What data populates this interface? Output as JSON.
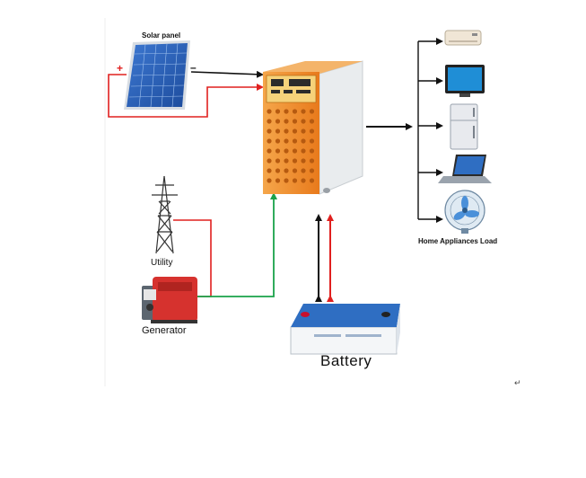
{
  "labels": {
    "solar_panel": "Solar panel",
    "plus": "+",
    "minus": "–",
    "utility": "Utility",
    "generator": "Generator",
    "battery": "Battery",
    "home_appliances_load": "Home Appliances Load",
    "paragraph_mark": "↵"
  },
  "colors": {
    "positive_line": "#e0201f",
    "negative_line": "#111111",
    "ac_input_line": "#1aa24a",
    "inverter_body": "#f08a28",
    "inverter_side": "#e9ecee",
    "panel_cell": "#2c5fb3",
    "battery_lid": "#2f6ec2"
  },
  "icons": {
    "solar_panel": "solar-panel-icon",
    "inverter": "inverter-icon",
    "utility": "power-tower-icon",
    "generator": "generator-icon",
    "battery": "battery-icon",
    "air_conditioner": "air-conditioner-icon",
    "tv": "tv-icon",
    "fridge": "fridge-icon",
    "laptop": "laptop-icon",
    "fan": "fan-icon"
  }
}
